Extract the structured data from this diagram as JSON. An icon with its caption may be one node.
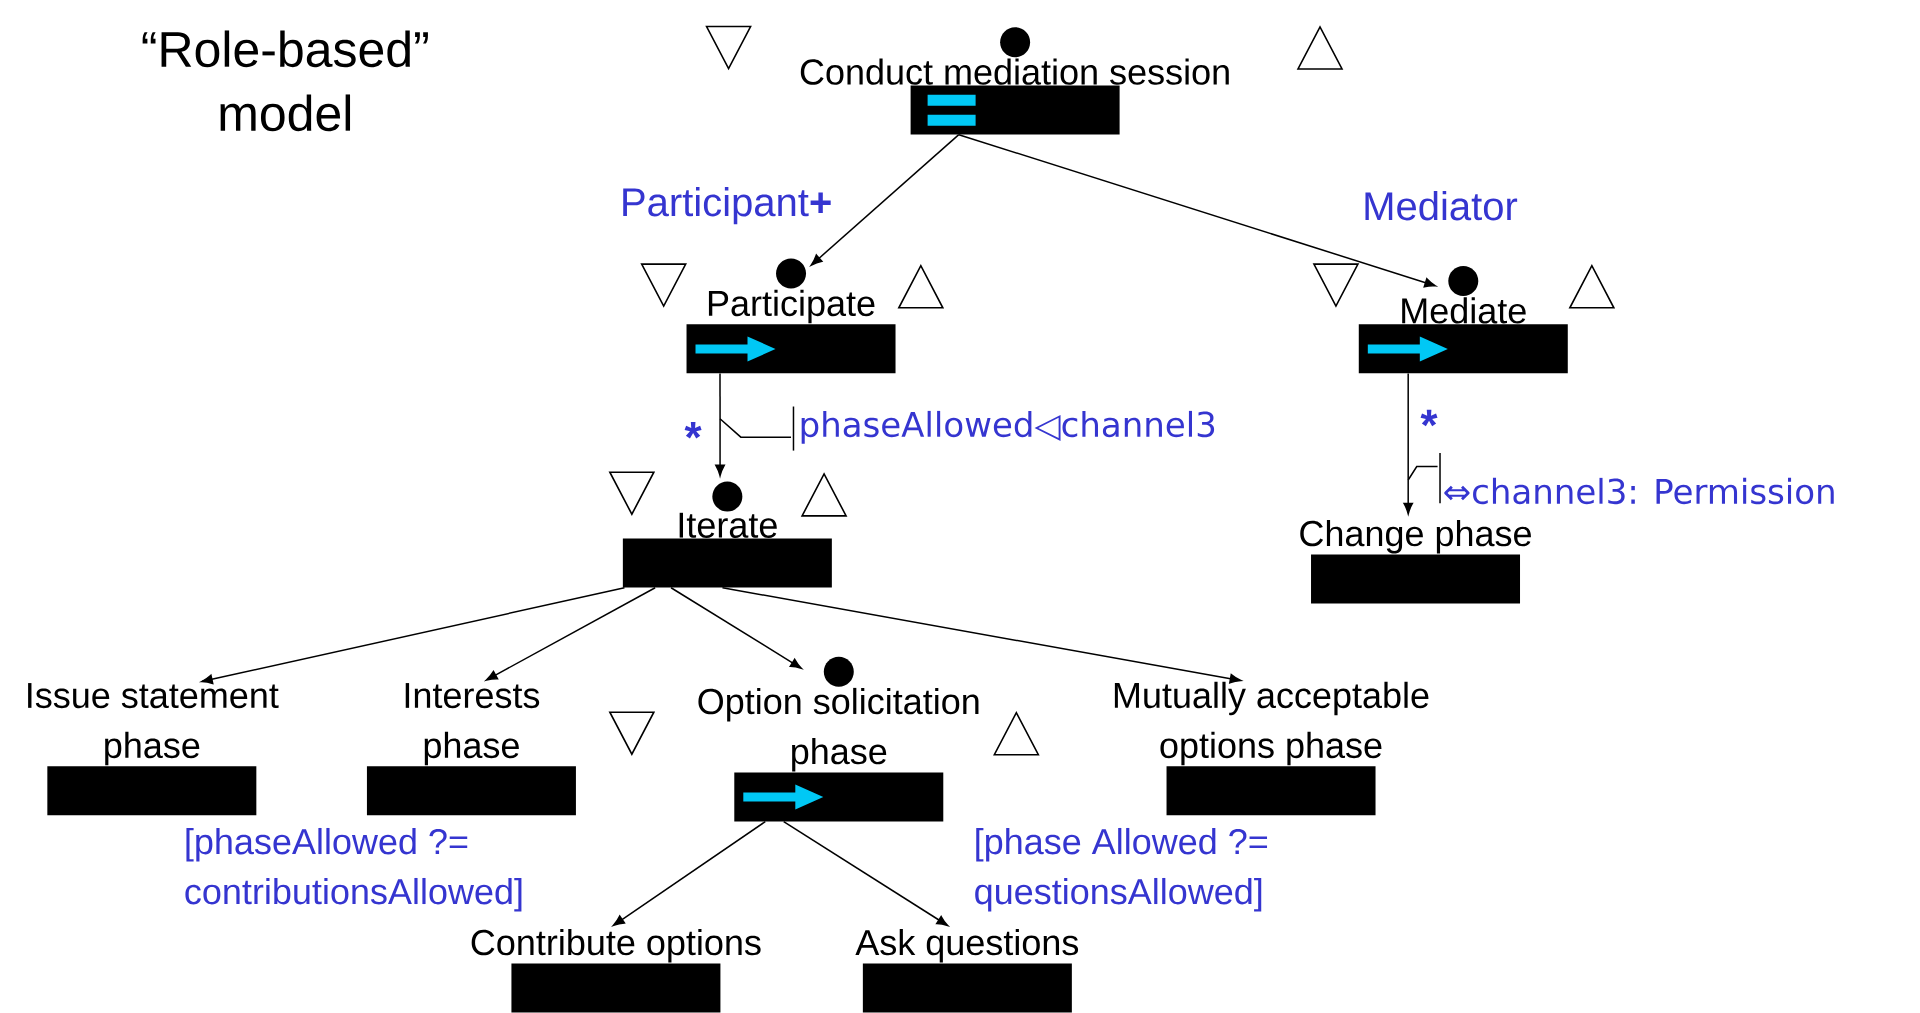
{
  "diagram": {
    "title": "“Role-based” model",
    "nodes": [
      {
        "text": [
          "Conduct mediation session"
        ]
      },
      {
        "text": [
          "Participate"
        ]
      },
      {
        "text": [
          "Mediate"
        ]
      },
      {
        "text": [
          "Iterate"
        ]
      },
      {
        "text": [
          "Change phase"
        ]
      },
      {
        "text": [
          "Issue statement phase"
        ]
      },
      {
        "text": [
          "Interests phase"
        ]
      },
      {
        "text": [
          "Option solicitation phase"
        ]
      },
      {
        "text": [
          "Mutually acceptable options phase"
        ]
      },
      {
        "text": [
          "Contribute options"
        ]
      },
      {
        "text": [
          "Ask questions"
        ]
      }
    ],
    "edges": [
      {
        "from": 0,
        "to": 1,
        "arrow": "to",
        "label": "Participant**+**"
      },
      {
        "from": 0,
        "to": 2,
        "arrow": "to",
        "label": "Mediator"
      },
      {
        "from": 1,
        "to": 3,
        "arrow": "to",
        "label": "*"
      },
      {
        "from": 2,
        "to": 4,
        "arrow": "to",
        "label": "*"
      },
      {
        "from": 3,
        "to": 5,
        "arrow": "to"
      },
      {
        "from": 3,
        "to": 6,
        "arrow": "to"
      },
      {
        "from": 3,
        "to": 7,
        "arrow": "to"
      },
      {
        "from": 3,
        "to": 8,
        "arrow": "to"
      },
      {
        "from": 7,
        "to": 9,
        "arrow": "to",
        "label": "[phaseAllowed ?= contributionsAllowed]"
      },
      {
        "from": 7,
        "to": 10,
        "arrow": "to",
        "label": "[phase Allowed ?= questionsAllowed]"
      }
    ],
    "labels": [
      "phaseAllowed◁channel3",
      "⇔channel3: Permission"
    ]
  }
}
